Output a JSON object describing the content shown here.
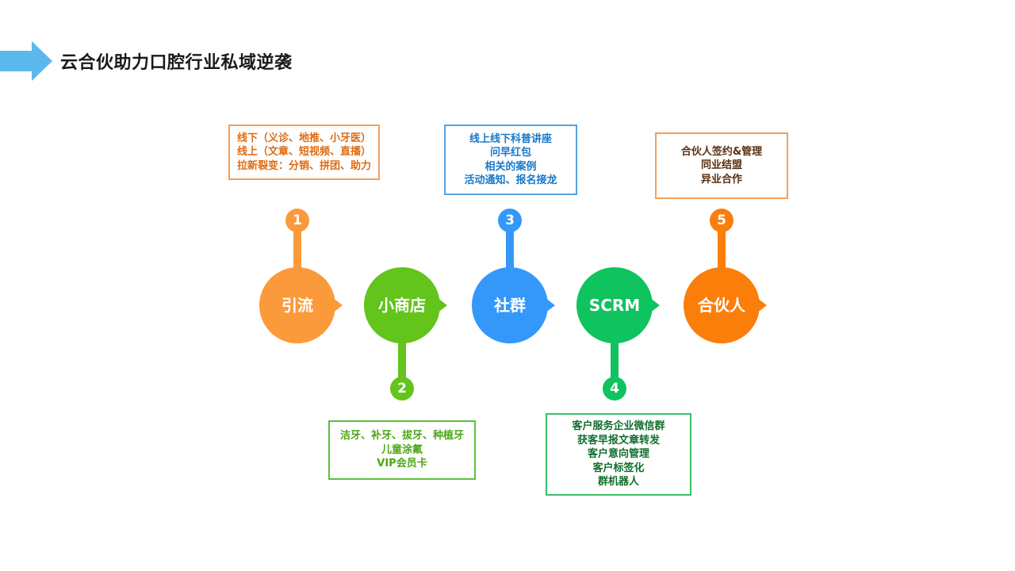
{
  "page": {
    "title": "云合伙助力口腔行业私域逆袭",
    "arrow_color": "#5bb8ec"
  },
  "stages": [
    {
      "number": "1",
      "label": "引流",
      "color": "#fb9a3a",
      "details": [
        "线下（义诊、地推、小牙医）",
        "线上（文章、短视频、直播）",
        "拉新裂变：分销、拼团、助力"
      ],
      "detail_text_color": "#e06a10",
      "detail_border_color": "#f0a060"
    },
    {
      "number": "2",
      "label": "小商店",
      "color": "#63c41b",
      "details": [
        "洁牙、补牙、拔牙、种植牙",
        "儿童涂氟",
        "VIP会员卡"
      ],
      "detail_text_color": "#4ca814",
      "detail_border_color": "#5cbf3a"
    },
    {
      "number": "3",
      "label": "社群",
      "color": "#3498fa",
      "details": [
        "线上线下科普讲座",
        "问早红包",
        "相关的案例",
        "活动通知、报名接龙"
      ],
      "detail_text_color": "#1a78c8",
      "detail_border_color": "#5aa0dd"
    },
    {
      "number": "4",
      "label": "SCRM",
      "color": "#0fc35e",
      "details": [
        "客户服务企业微信群",
        "获客早报文章转发",
        "客户意向管理",
        "客户标签化",
        "群机器人"
      ],
      "detail_text_color": "#106e2b",
      "detail_border_color": "#3cbf6a"
    },
    {
      "number": "5",
      "label": "合伙人",
      "color": "#fb7e0a",
      "details": [
        "合伙人签约&管理",
        "同业结盟",
        "异业合作"
      ],
      "detail_text_color": "#5a3010",
      "detail_border_color": "#f0a060"
    }
  ]
}
